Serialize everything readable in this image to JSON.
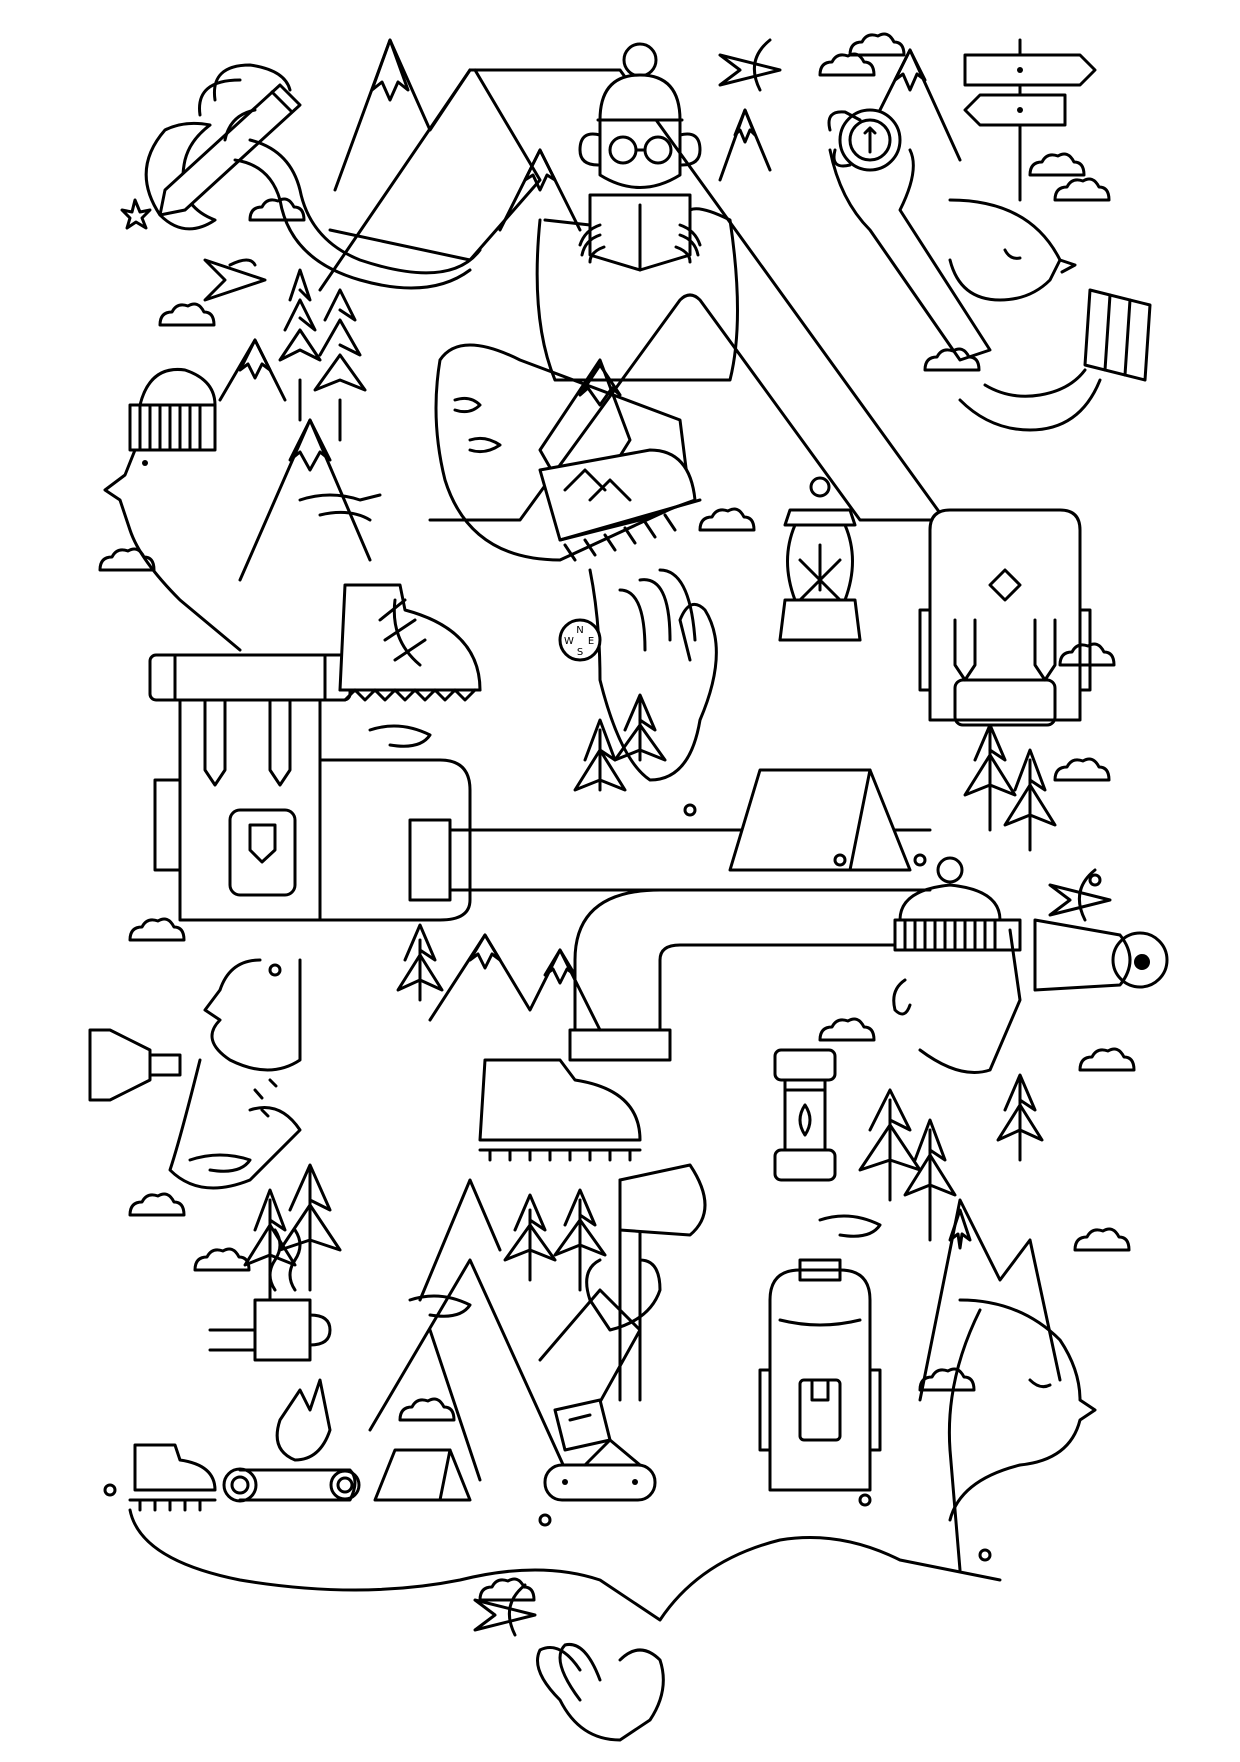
{
  "artwork": {
    "style": "black line-art coloring page",
    "line_color": "#000000",
    "background_color": "#ffffff"
  },
  "compass": {
    "north": "N",
    "south": "S",
    "east": "E",
    "west": "W"
  }
}
